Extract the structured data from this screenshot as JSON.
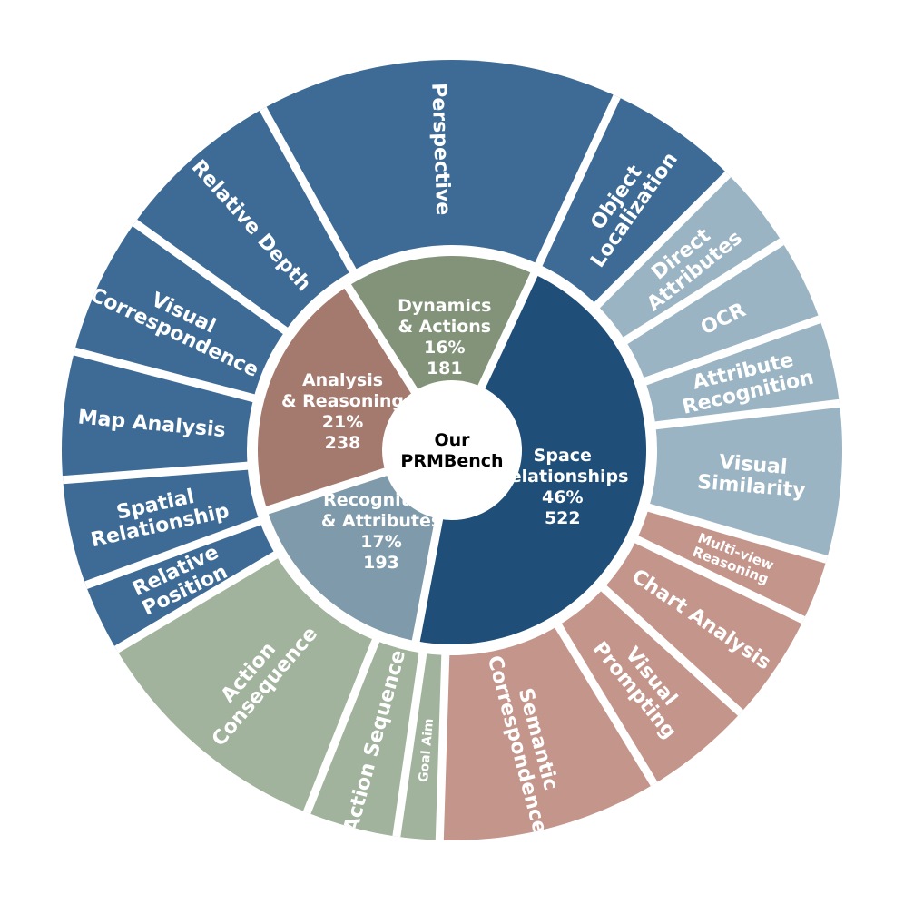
{
  "chart_data": {
    "type": "pie",
    "center_label": [
      "Our",
      "PRMBench"
    ],
    "inner": [
      {
        "name": [
          "Space",
          "Relationships"
        ],
        "percent": "46%",
        "count": "522",
        "value": 522,
        "color": "#1f4e79"
      },
      {
        "name": [
          "Recognition",
          "& Attributes"
        ],
        "percent": "17%",
        "count": "193",
        "value": 193,
        "color": "#7f9aaa"
      },
      {
        "name": [
          "Analysis",
          "& Reasoning"
        ],
        "percent": "21%",
        "count": "238",
        "value": 238,
        "color": "#a57a6e"
      },
      {
        "name": [
          "Dynamics",
          "& Actions"
        ],
        "percent": "16%",
        "count": "181",
        "value": 181,
        "color": "#82937a"
      }
    ],
    "outer": [
      {
        "label": [
          "Object",
          "Localization"
        ],
        "value": 63,
        "color": "#3d6b96",
        "parent": 0
      },
      {
        "label": [
          "Direct",
          "Attributes"
        ],
        "value": 40,
        "color": "#9bb4c3",
        "parent": 1
      },
      {
        "label": [
          "OCR"
        ],
        "value": 40,
        "color": "#9bb4c3",
        "parent": 1
      },
      {
        "label": [
          "Attribute",
          "Recognition"
        ],
        "value": 40,
        "color": "#9bb4c3",
        "parent": 1
      },
      {
        "label": [
          "Visual",
          "Similarity"
        ],
        "value": 73,
        "color": "#9bb4c3",
        "parent": 1
      },
      {
        "label": [
          "Multi-view",
          "Reasoning"
        ],
        "value": 30,
        "color": "#c4958b",
        "parent": 2
      },
      {
        "label": [
          "Chart Analysis"
        ],
        "value": 52,
        "color": "#c4958b",
        "parent": 2
      },
      {
        "label": [
          "Visual",
          "Prompting"
        ],
        "value": 52,
        "color": "#c4958b",
        "parent": 2
      },
      {
        "label": [
          "Semantic",
          "Correspondence"
        ],
        "value": 104,
        "color": "#c4958b",
        "parent": 2
      },
      {
        "label": [
          "Goal Aim"
        ],
        "value": 20,
        "color": "#a1b39c",
        "parent": 3
      },
      {
        "label": [
          "Action Sequence"
        ],
        "value": 43,
        "color": "#a1b39c",
        "parent": 3
      },
      {
        "label": [
          "Action",
          "Consequence"
        ],
        "value": 118,
        "color": "#a1b39c",
        "parent": 3
      },
      {
        "label": [
          "Relative",
          "Position"
        ],
        "value": 33,
        "color": "#3d6b96",
        "parent": 0
      },
      {
        "label": [
          "Spatial",
          "Relationship"
        ],
        "value": 50,
        "color": "#3d6b96",
        "parent": 0
      },
      {
        "label": [
          "Map Analysis"
        ],
        "value": 60,
        "color": "#3d6b96",
        "parent": 0
      },
      {
        "label": [
          "Visual",
          "Correspondence"
        ],
        "value": 66,
        "color": "#3d6b96",
        "parent": 0
      },
      {
        "label": [
          "Relative Depth"
        ],
        "value": 80,
        "color": "#3d6b96",
        "parent": 0
      },
      {
        "label": [
          "Perspective"
        ],
        "value": 170,
        "color": "#3d6b96",
        "parent": 0
      }
    ]
  }
}
